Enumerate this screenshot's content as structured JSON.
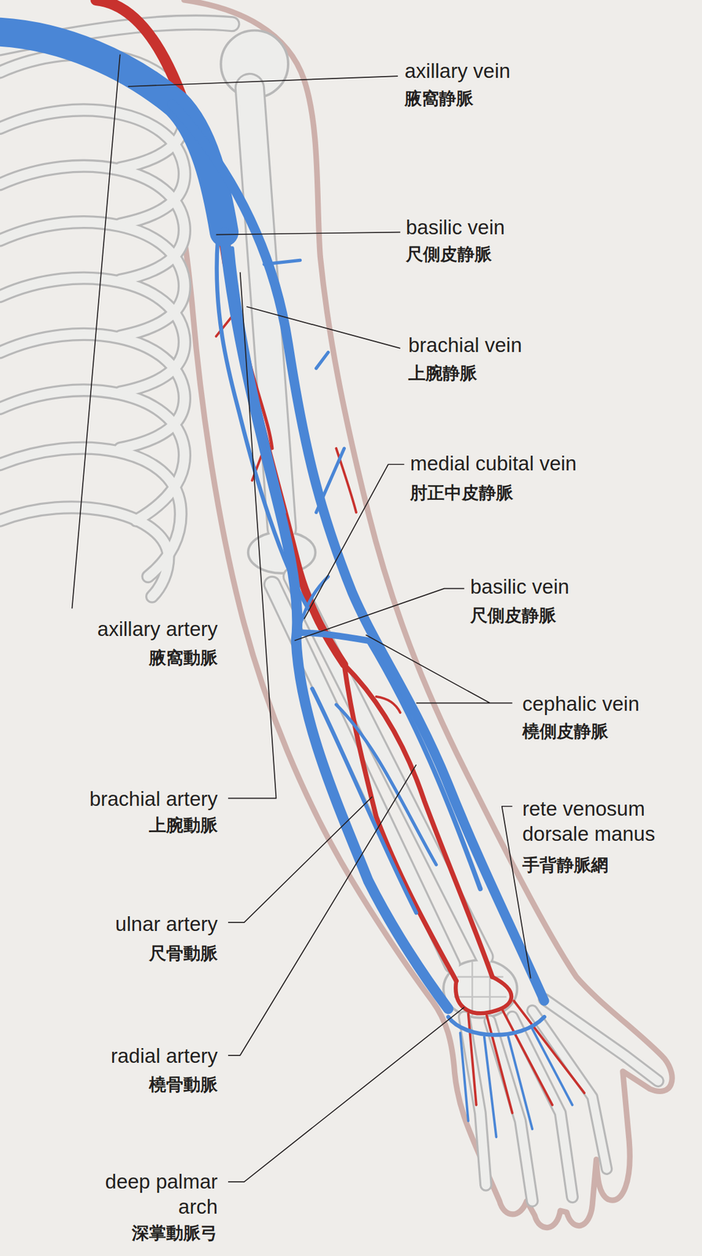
{
  "diagram": {
    "labels": [
      "axillary vein",
      "腋窩静脈",
      "basilic vein",
      "尺側皮静脈",
      "brachial vein",
      "上腕静脈",
      "medial cubital vein",
      "肘正中皮静脈",
      "basilic vein",
      "尺側皮静脈",
      "cephalic vein",
      "橈側皮静脈",
      "rete venosum dorsale manus",
      "手背静脈網",
      "axillary artery",
      "腋窩動脈",
      "brachial artery",
      "上腕動脈",
      "ulnar artery",
      "尺骨動脈",
      "radial artery",
      "橈骨動脈",
      "deep palmar arch",
      "深掌動脈弓"
    ]
  }
}
